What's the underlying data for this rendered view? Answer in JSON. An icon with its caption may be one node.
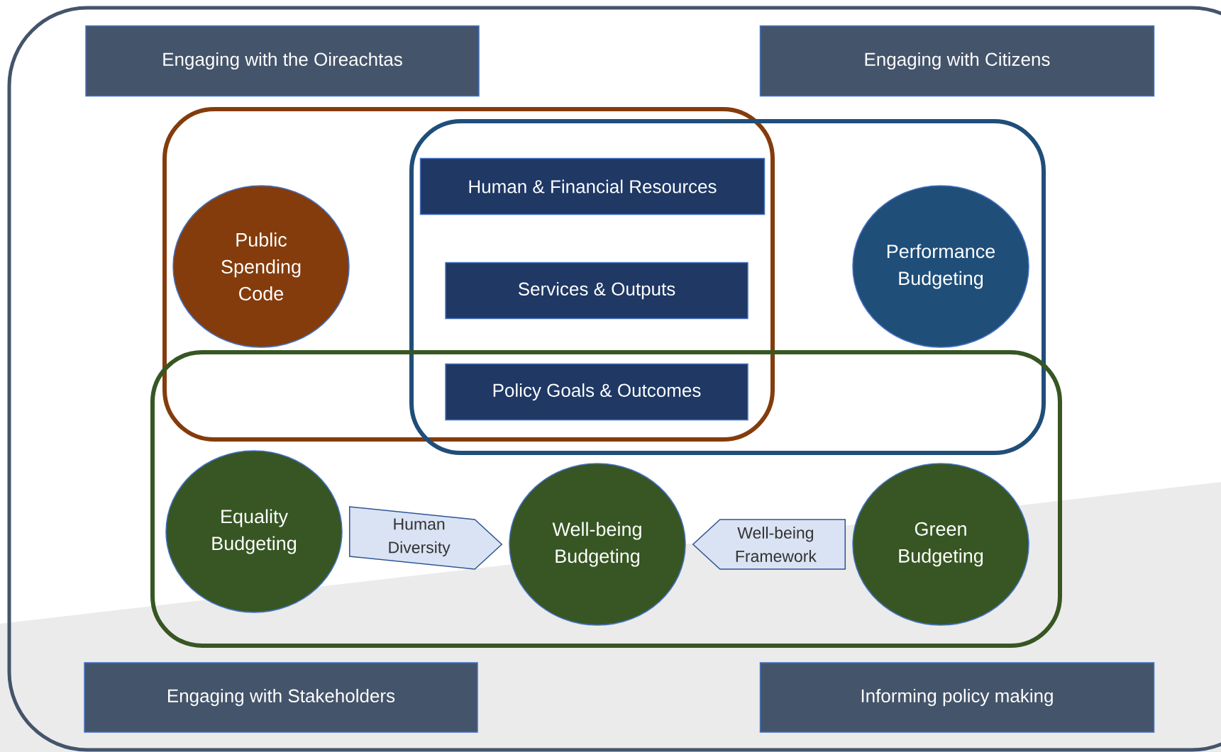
{
  "diagram": {
    "nodes": [
      {
        "text": [
          "Engaging with the Oireachtas"
        ]
      },
      {
        "text": [
          "Engaging with Citizens"
        ]
      },
      {
        "text": [
          "Human & Financial Resources"
        ]
      },
      {
        "text": [
          "Public Spending Code"
        ]
      },
      {
        "text": [
          "Performance Budgeting"
        ]
      },
      {
        "text": [
          "Services & Outputs"
        ]
      },
      {
        "text": [
          "Policy Goals & Outcomes"
        ]
      },
      {
        "text": [
          "Equality Budgeting"
        ]
      },
      {
        "text": [
          "Well-being Budgeting"
        ]
      },
      {
        "text": [
          "Green Budgeting"
        ]
      },
      {
        "text": [
          "Engaging with Stakeholders"
        ]
      },
      {
        "text": [
          "Informing policy making"
        ]
      }
    ],
    "edges": [
      {
        "from": 7,
        "to": 8,
        "arrow": "to",
        "label": "Human Diversity"
      },
      {
        "from": 9,
        "to": 8,
        "arrow": "to",
        "label": "Well-being Framework"
      }
    ]
  }
}
